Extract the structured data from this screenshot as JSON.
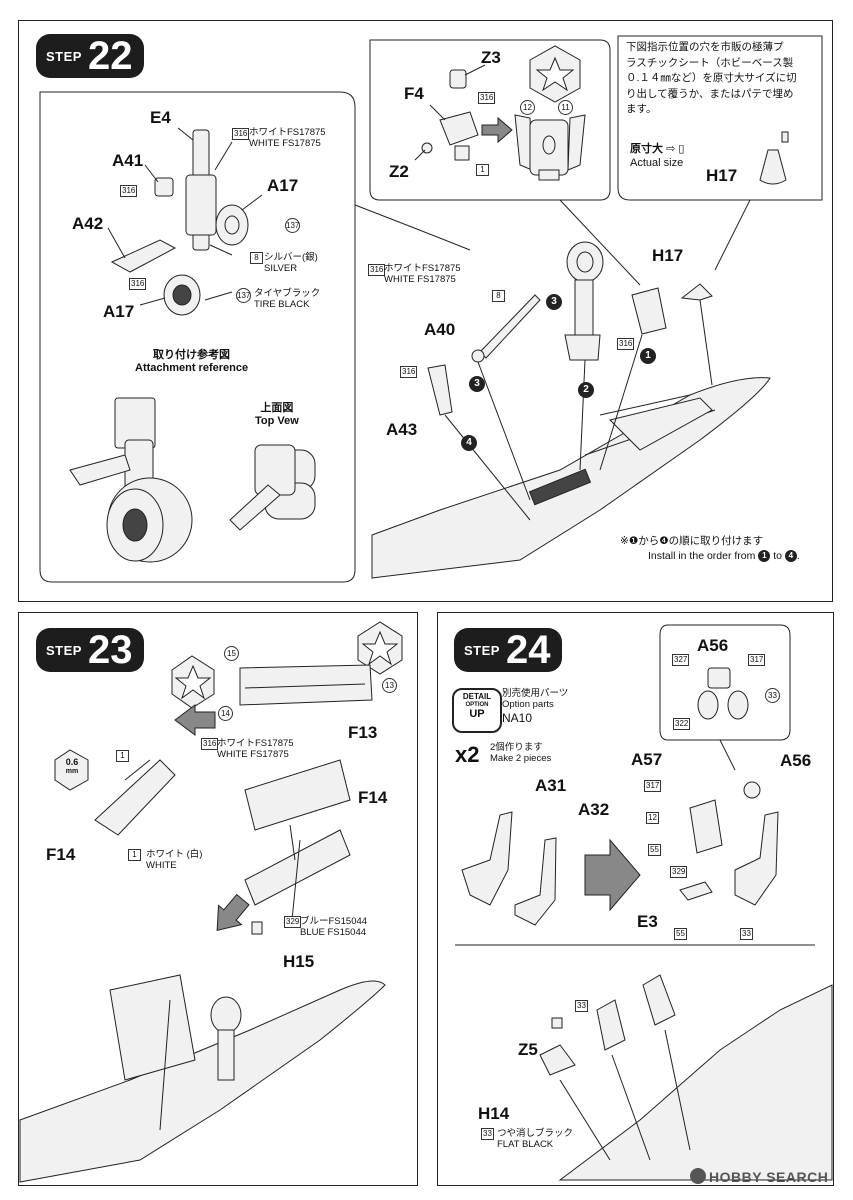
{
  "step22": {
    "step_word": "STEP",
    "step_num": "22",
    "parts": {
      "E4": "E4",
      "A41": "A41",
      "A42": "A42",
      "A17a": "A17",
      "A17b": "A17",
      "A40": "A40",
      "A43": "A43",
      "H17a": "H17",
      "H17b": "H17",
      "Z3": "Z3",
      "F4": "F4",
      "Z2": "Z2"
    },
    "colors": {
      "white_code": "316",
      "white_jp": "ホワイトFS17875",
      "white_en": "WHITE FS17875",
      "silver_code": "8",
      "silver_jp": "シルバー(銀)",
      "silver_en": "SILVER",
      "tire_code": "137",
      "tire_jp": "タイヤブラック",
      "tire_en": "TIRE BLACK",
      "white_code_b": "316",
      "white_jp_b": "ホワイトFS17875",
      "white_en_b": "WHITE FS17875",
      "code8_b": "8",
      "code316_c": "316",
      "code316_d": "316",
      "code316_e": "316",
      "code137_b": "137",
      "code316_f": "316",
      "code316_g": "316",
      "code1": "1",
      "code12": "12",
      "code11": "11"
    },
    "attachment_jp": "取り付け参考図",
    "attachment_en": "Attachment reference",
    "topview_jp": "上面図",
    "topview_en": "Top Vew",
    "note_lines": [
      "下図指示位置の穴を市販の極薄プ",
      "ラスチックシート（ホビーベース製",
      "０.１４㎜など）を原寸大サイズに切",
      "り出して覆うか、またはパテで埋め",
      "ます。"
    ],
    "actual_jp": "原寸大",
    "actual_en": "Actual size",
    "order_jp": "※❶から❹の順に取り付けます",
    "order_en": "Install in the order from ❶ to ❹.",
    "order_en_pre": "Install in the order from ",
    "order_en_mid": " to ",
    "order_en_end": ".",
    "order_digits": [
      "1",
      "2",
      "3",
      "4"
    ]
  },
  "step23": {
    "step_word": "STEP",
    "step_num": "23",
    "parts": {
      "F13": "F13",
      "F14a": "F14",
      "F14b": "F14",
      "H15": "H15"
    },
    "thickness_value": "0.6",
    "thickness_unit": "mm",
    "colors": {
      "white_code": "316",
      "white_jp": "ホワイトFS17875",
      "white_en": "WHITE FS17875",
      "w1_code": "1",
      "w1_jp": "ホワイト (白)",
      "w1_en": "WHITE",
      "blue_code": "329",
      "blue_jp": "ブルーFS15044",
      "blue_en": "BLUE FS15044",
      "code1_b": "1"
    },
    "marks": [
      "15",
      "14",
      "13"
    ]
  },
  "step24": {
    "step_word": "STEP",
    "step_num": "24",
    "detail_lines": [
      "DETAIL",
      "OPTION",
      "UP"
    ],
    "option_jp": "別売使用パーツ",
    "option_en": "Option parts",
    "option_code": "NA10",
    "x2": "x2",
    "make_jp": "2個作ります",
    "make_en": "Make 2 pieces",
    "parts": {
      "A56a": "A56",
      "A56b": "A56",
      "A57": "A57",
      "A31": "A31",
      "A32": "A32",
      "E3": "E3",
      "Z5": "Z5",
      "H14": "H14"
    },
    "codes": {
      "c327": "327",
      "c317": "317",
      "c33a": "33",
      "c322": "322",
      "c317b": "317",
      "c12": "12",
      "c55a": "55",
      "c329": "329",
      "c55b": "55",
      "c33b": "33",
      "c33c": "33"
    },
    "flat_code": "33",
    "flat_jp": "つや消しブラック",
    "flat_en": "FLAT BLACK"
  },
  "watermark": "HOBBY SEARCH"
}
